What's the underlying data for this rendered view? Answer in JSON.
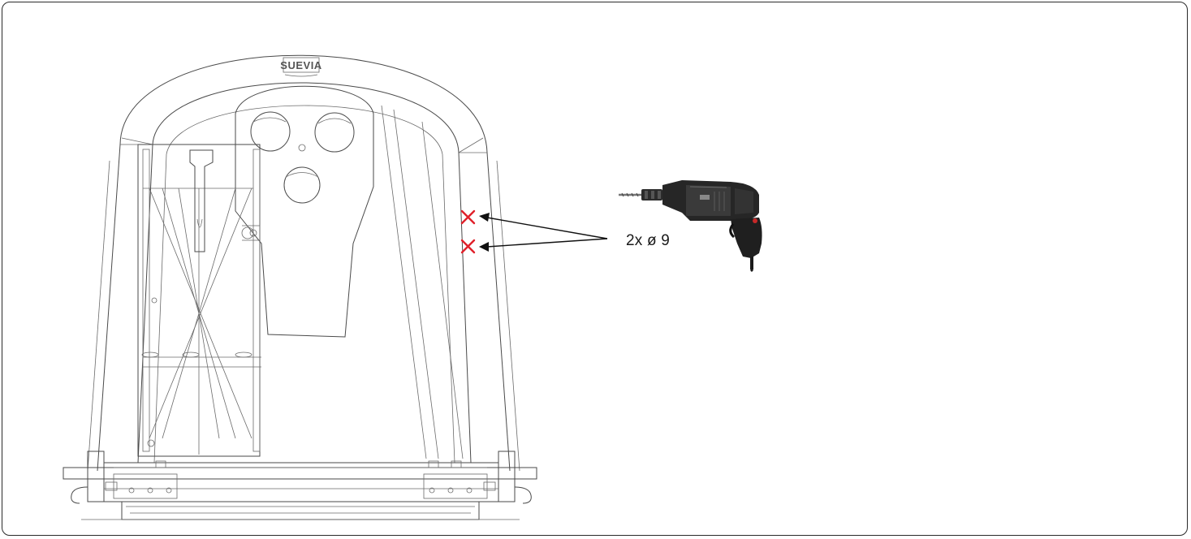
{
  "diagram": {
    "brand_label": "SUEVIA",
    "drill_annotation": "2x ø 9",
    "tool_icon": "power-drill-icon",
    "mark_icon": "red-x-mark-icon",
    "mark_color": "#e0202a",
    "drill_holes": 2
  }
}
